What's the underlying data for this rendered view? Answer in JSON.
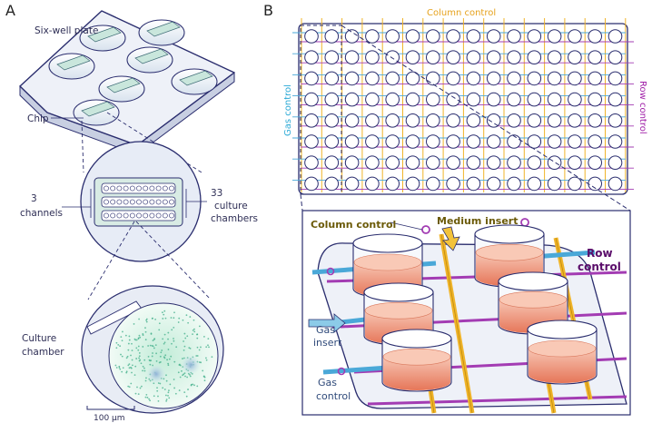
{
  "panelA": {
    "letter": "A",
    "plate_label": "Six-well plate",
    "chip_label": "Chip",
    "channels_number": "3",
    "channels_word": "channels",
    "chambers_number": "33",
    "chambers_line1": "culture",
    "chambers_line2": "chambers",
    "culture_line1": "Culture",
    "culture_line2": "chamber",
    "scale_label": "100 µm"
  },
  "panelB": {
    "letter": "B",
    "column_control": "Column control",
    "row_control": "Row control",
    "gas_control": "Gas control",
    "grid_rows": 8,
    "grid_cols": 16,
    "detail": {
      "column_control": "Column control",
      "medium_insert": "Medium insert",
      "row_line1": "Row",
      "row_line2": "control",
      "gas_insert_line1": "Gas",
      "gas_insert_line2": "insert",
      "gas_control_line1": "Gas",
      "gas_control_line2": "control"
    }
  },
  "colors": {
    "outline": "#2a2d6e",
    "column_gold": "#f0b429",
    "row_purple": "#a33cb3",
    "gas_blue": "#4aa8d8",
    "medium_pink": "#f2a085"
  }
}
